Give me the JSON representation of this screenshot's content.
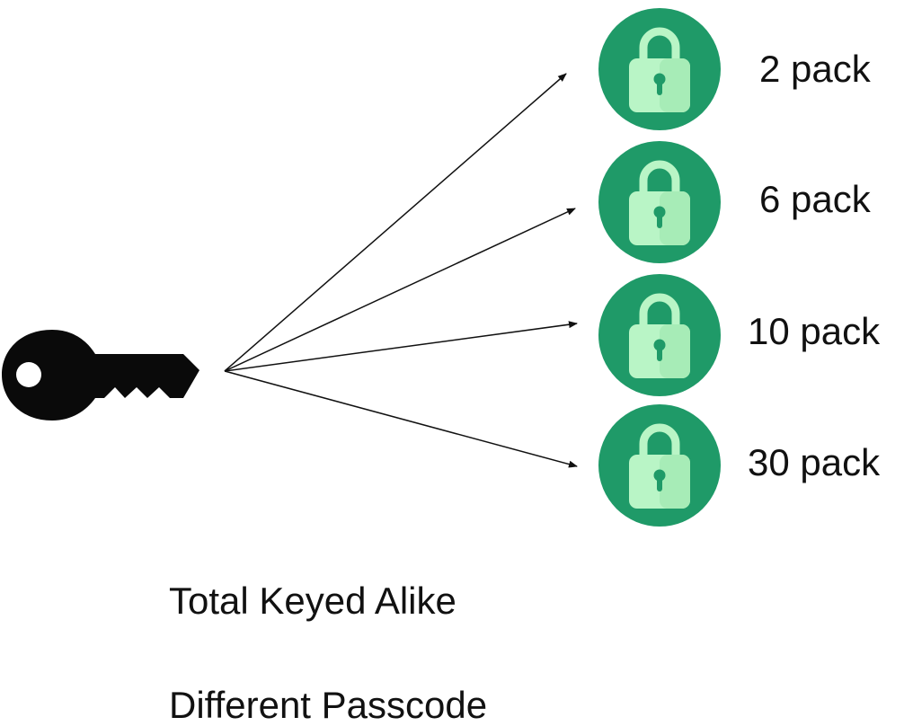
{
  "colors": {
    "lock_circle": "#1f9a68",
    "lock_body": "#b9f5c6",
    "key": "#0a0a0a",
    "arrow": "#111111"
  },
  "icons": {
    "key": "key-icon",
    "lock": "padlock-icon"
  },
  "locks": [
    {
      "label": "2 pack"
    },
    {
      "label": "6 pack"
    },
    {
      "label": "10 pack"
    },
    {
      "label": "30 pack"
    }
  ],
  "captions": [
    "Total Keyed Alike",
    "Different Passcode"
  ]
}
